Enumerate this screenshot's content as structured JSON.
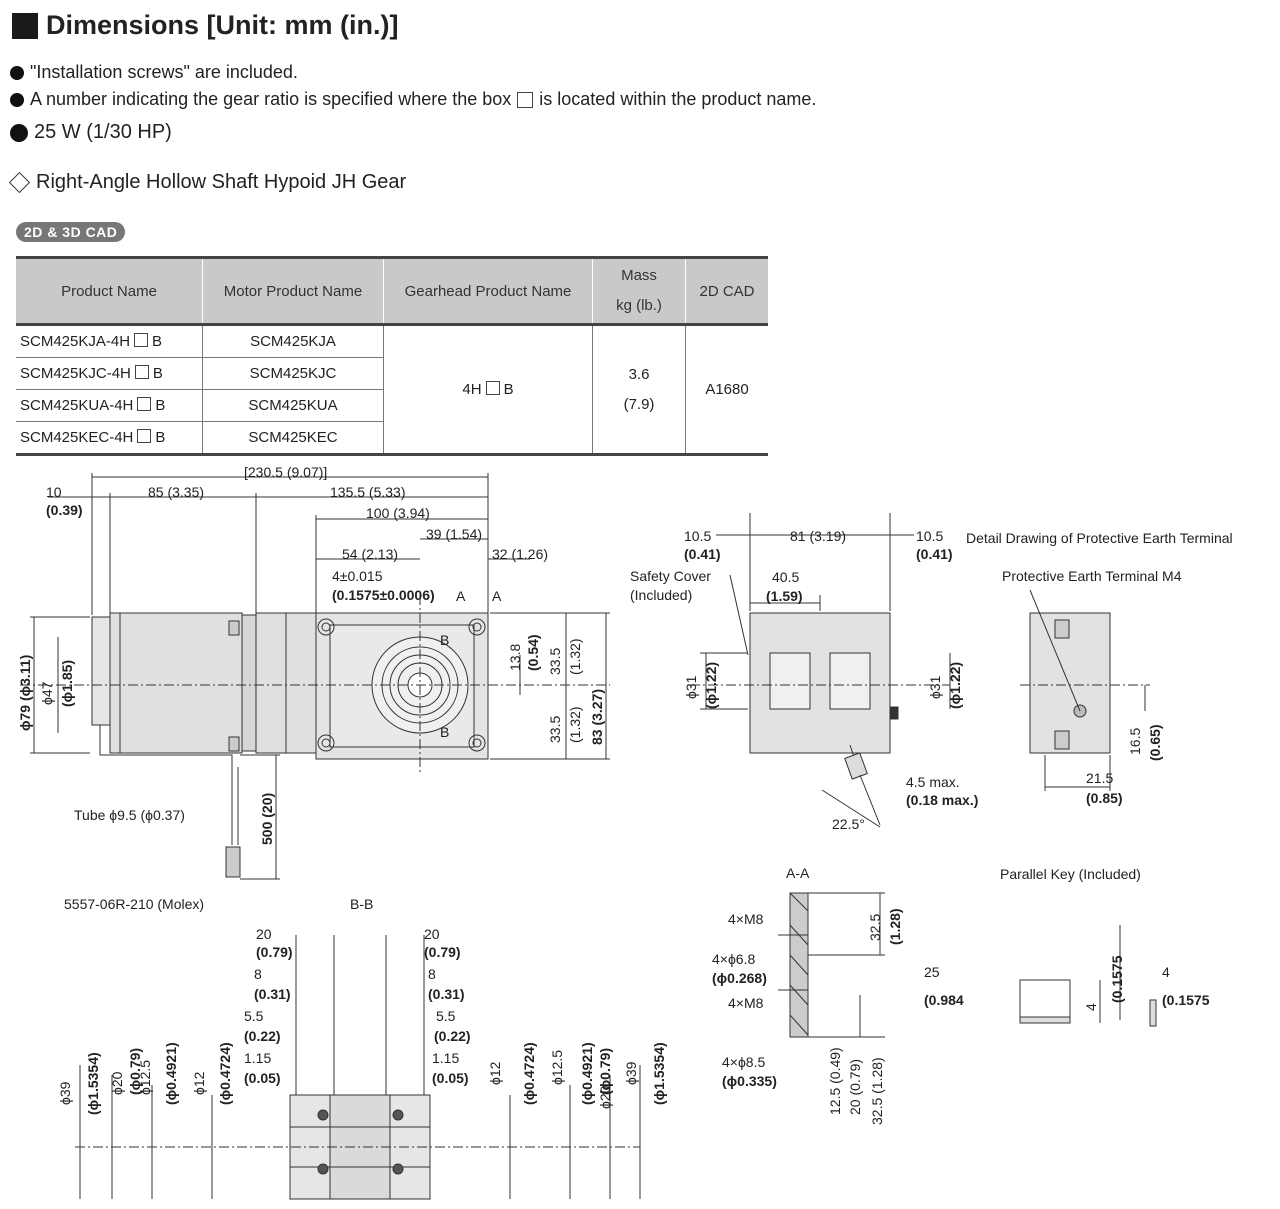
{
  "header": {
    "title": "Dimensions [Unit: mm (in.)]",
    "note1": "\"Installation screws\" are included.",
    "note2_a": "A number indicating the gear ratio is specified where the box",
    "note2_b": "is located within the product name.",
    "power": "25 W (1/30 HP)",
    "subtitle": "Right-Angle Hollow Shaft Hypoid JH Gear",
    "cad_badge": "2D & 3D CAD"
  },
  "table": {
    "headers": [
      "Product Name",
      "Motor Product Name",
      "Gearhead Product Name",
      "Mass",
      "kg (lb.)",
      "2D CAD"
    ],
    "rows": [
      {
        "product_a": "SCM425KJA-4H",
        "product_b": "B",
        "motor": "SCM425KJA"
      },
      {
        "product_a": "SCM425KJC-4H",
        "product_b": "B",
        "motor": "SCM425KJC"
      },
      {
        "product_a": "SCM425KUA-4H",
        "product_b": "B",
        "motor": "SCM425KUA"
      },
      {
        "product_a": "SCM425KEC-4H",
        "product_b": "B",
        "motor": "SCM425KEC"
      }
    ],
    "gearhead_a": "4H",
    "gearhead_b": "B",
    "mass": "3.6",
    "mass_lb": "(7.9)",
    "cad": "A1680"
  },
  "drawing": {
    "front": {
      "d_total": "[230.5 (9.07)]",
      "d10": "10",
      "d10_in": "(0.39)",
      "d85": "85 (3.35)",
      "d135": "135.5 (5.33)",
      "d100": "100 (3.94)",
      "d39": "39 (1.54)",
      "d54": "54 (2.13)",
      "d32": "32 (1.26)",
      "d4": "4±0.015",
      "d4_in": "(0.1575±0.0006)",
      "sec_a": "A",
      "sec_b": "B",
      "phi79": "ϕ79 (ϕ3.11)",
      "phi47": "ϕ47",
      "phi47_in": "(ϕ1.85)",
      "d13_8": "13.8",
      "d13_8_in": "(0.54)",
      "d33_5": "33.5",
      "d33_5_in": "(1.32)",
      "d83": "83 (3.27)",
      "d500": "500 (20)",
      "tube": "Tube ϕ9.5 (ϕ0.37)",
      "connector": "5557-06R-210 (Molex)"
    },
    "side": {
      "d10_5": "10.5",
      "d10_5_in": "(0.41)",
      "d81": "81 (3.19)",
      "d40_5": "40.5",
      "d40_5_in": "(1.59)",
      "safety": "Safety Cover",
      "included": "(Included)",
      "phi31": "ϕ31",
      "phi31_in": "(ϕ1.22)",
      "d4_5": "4.5 max.",
      "d4_5_in": "(0.18 max.)",
      "angle": "22.5°"
    },
    "pe": {
      "title": "Detail Drawing of Protective Earth Terminal",
      "terminal": "Protective Earth Terminal M4",
      "d16_5": "16.5",
      "d16_5_in": "(0.65)",
      "d21_5": "21.5",
      "d21_5_in": "(0.85)"
    },
    "bb": {
      "title": "B-B",
      "d20": "20",
      "d20_in": "(0.79)",
      "d8": "8",
      "d8_in": "(0.31)",
      "d5_5": "5.5",
      "d5_5_in": "(0.22)",
      "d1_15": "1.15",
      "d1_15_in": "(0.05)",
      "phi39": "ϕ39",
      "phi39_in": "(ϕ1.5354)",
      "phi20": "ϕ20",
      "phi20_in": "(ϕ0.79)",
      "phi12_5": "ϕ12.5",
      "phi12_5_in": "(ϕ0.4921)",
      "phi12": "ϕ12",
      "phi12_in": "(ϕ0.4724)"
    },
    "aa": {
      "title": "A-A",
      "m8": "4×M8",
      "h6_8": "4×ϕ6.8",
      "h6_8_in": "(ϕ0.268)",
      "h8_5": "4×ϕ8.5",
      "h8_5_in": "(ϕ0.335)",
      "d32_5": "32.5",
      "d32_5_in": "(1.28)",
      "d12_5": "12.5 (0.49)",
      "d20": "20 (0.79)",
      "d32_5b": "32.5 (1.28)"
    },
    "key": {
      "title": "Parallel Key (Included)",
      "d25": "25",
      "d25_in": "(0.984",
      "d4": "4",
      "d4_in": "(0.1575",
      "d4_in_tol": "0.1575"
    }
  }
}
